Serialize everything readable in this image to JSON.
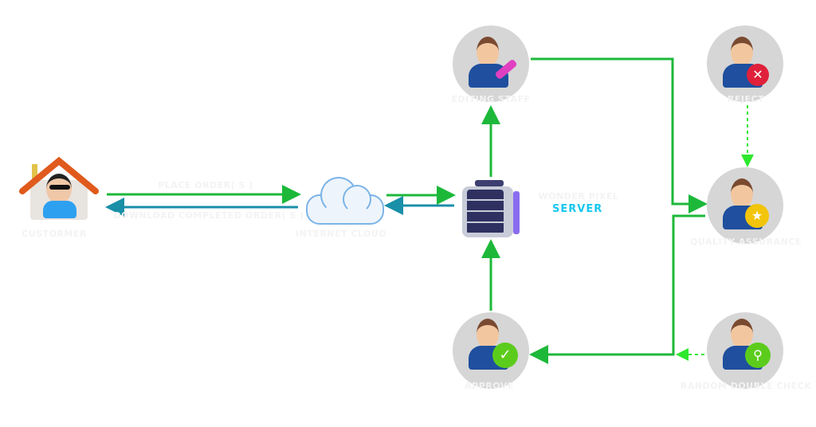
{
  "nodes": {
    "customer": "CUSTORMER",
    "cloud": "INTERNET CLOUD",
    "server_name": "WONDER PIXEL",
    "server": "SERVER",
    "editing": "EDITING STAFF",
    "reject": "REJECT",
    "qa": "QUALITY ASSURANCE",
    "approve": "APPROVE",
    "random": "RANDOM DOUBLE CHECK"
  },
  "edges": {
    "place_order": "PLACE ORDER( S )",
    "download": "DOWNLOAD COMPLETED ORDER( S )"
  },
  "colors": {
    "flow": "#1db83a",
    "return": "#1a8fa8",
    "dashed": "#2ee82e",
    "server_text": "#18c8f0",
    "label_text": "#f3f3f3"
  }
}
